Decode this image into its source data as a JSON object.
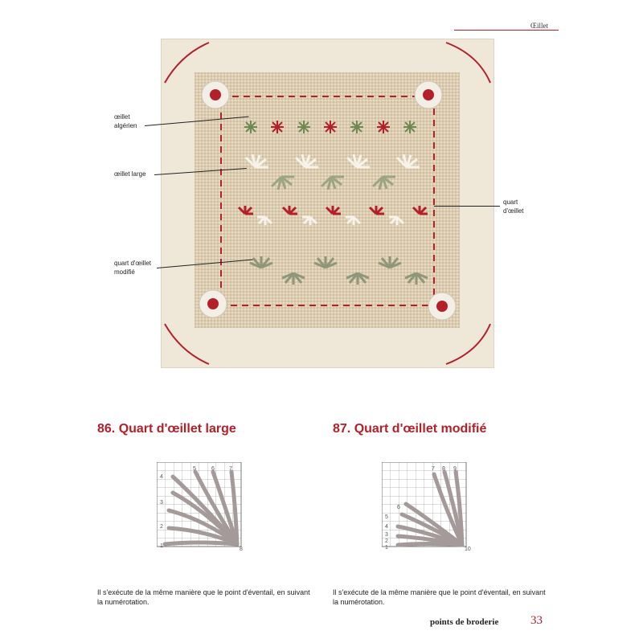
{
  "header": {
    "section_tag": "Œillet"
  },
  "callouts": {
    "algerien": "œillet\nalgérien",
    "large": "œillet large",
    "quart": "quart\nd'œillet",
    "modifie": "quart d'œillet\nmodifié"
  },
  "sections": [
    {
      "title": "86. Quart d'œillet large",
      "numbers": [
        "5",
        "6",
        "7",
        "4",
        "3",
        "2",
        "1",
        "8"
      ],
      "description": "Il s'exécute de la même manière que le point d'éventail, en suivant la numérotation."
    },
    {
      "title": "87. Quart d'œillet modifié",
      "numbers": [
        "7",
        "8",
        "9",
        "6",
        "5",
        "4",
        "3",
        "2",
        "1",
        "10"
      ],
      "description": "Il s'exécute de la même manière que le point d'éventail, en suivant la numérotation."
    }
  ],
  "footer": {
    "label": "points de broderie",
    "page_number": "33"
  },
  "colors": {
    "accent": "#b3202a",
    "linen": "#efe6d6",
    "burlap": "#d9c9ae",
    "thread_grey": "#a49a9a"
  }
}
